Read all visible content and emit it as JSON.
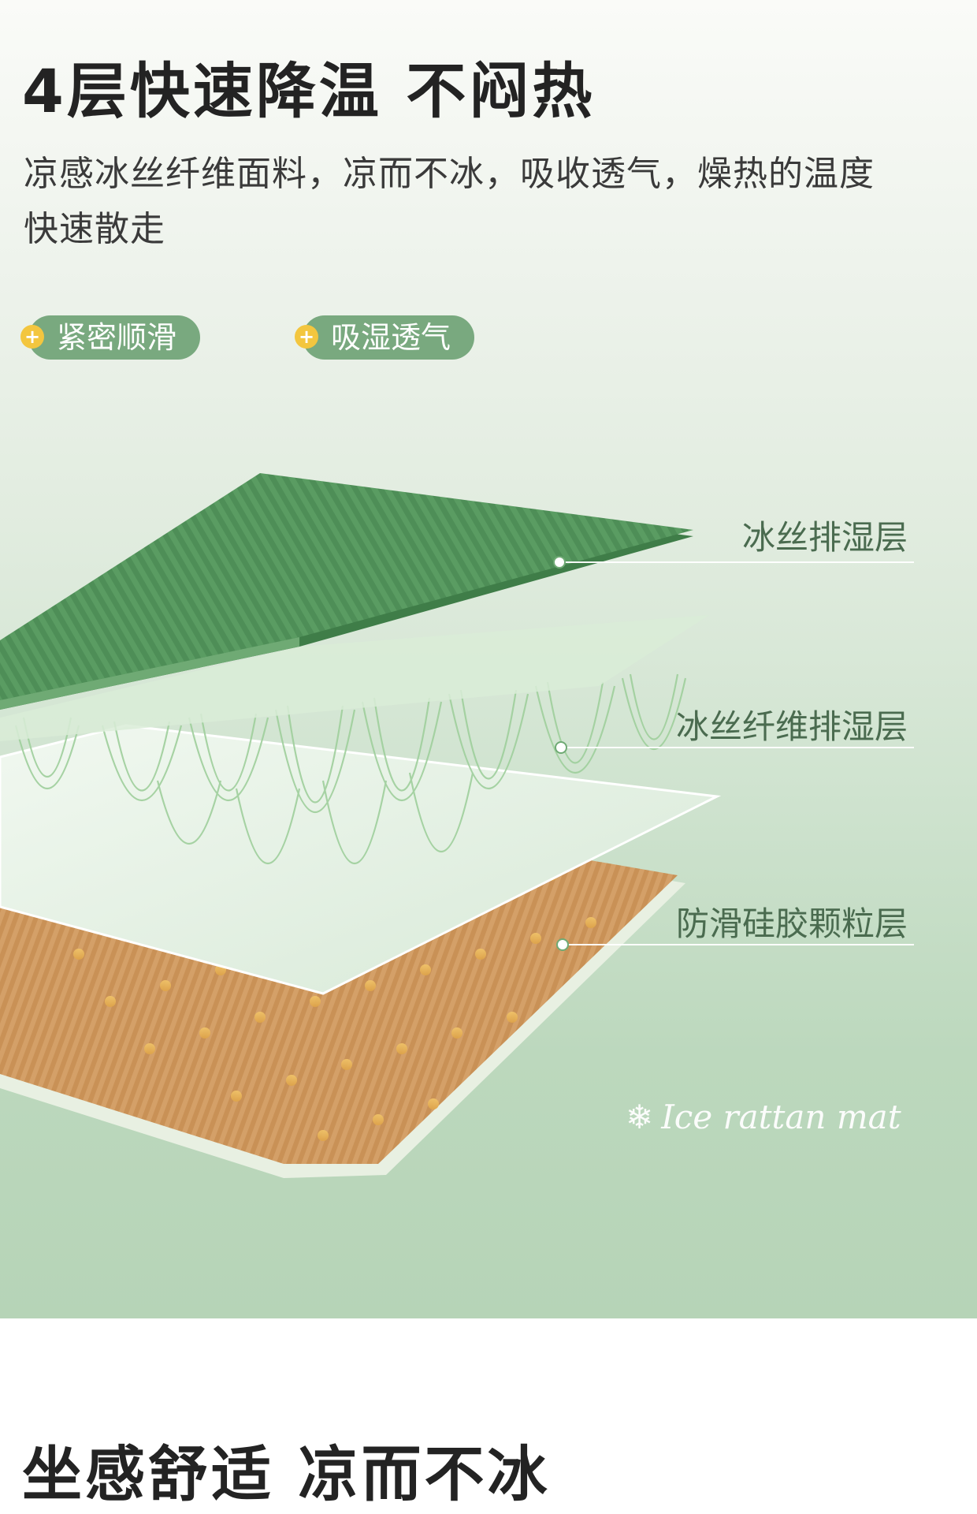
{
  "header": {
    "title": "4层快速降温 不闷热",
    "description": "凉感冰丝纤维面料，凉而不冰，吸收透气，燥热的温度快速散走"
  },
  "tags": [
    {
      "label": "紧密顺滑"
    },
    {
      "label": "吸湿透气"
    }
  ],
  "layers": [
    {
      "label": "冰丝排湿层"
    },
    {
      "label": "冰丝纤维排湿层"
    },
    {
      "label": "防滑硅胶颗粒层"
    }
  ],
  "brand_text": "Ice rattan mat",
  "bottom_title": "坐感舒适 凉而不冰",
  "colors": {
    "top_layer": "#4f8f57",
    "fiber_layer": "#e9f4e9",
    "base_layer": "#c9925a",
    "tag": "#79a97f",
    "tag_dot": "#f3c63f"
  }
}
